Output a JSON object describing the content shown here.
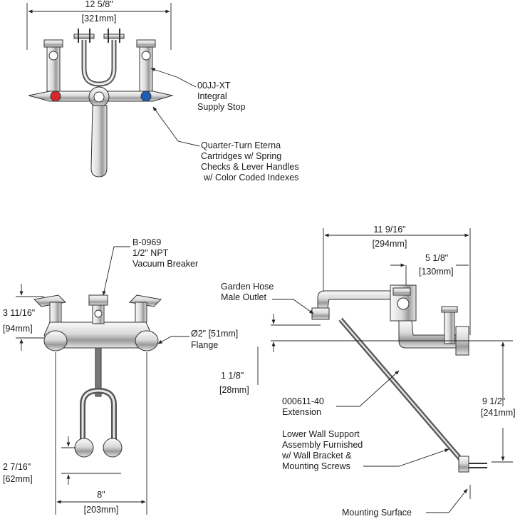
{
  "top_view": {
    "overall_width_in": "12 5/8\"",
    "overall_width_mm": "[321mm]",
    "supply_stop_label": [
      "00JJ-XT",
      "Integral",
      "Supply Stop"
    ],
    "cartridge_label": [
      "Quarter-Turn Eterna",
      "Cartridges w/ Spring",
      "Checks & Lever Handles",
      "w/ Color Coded Indexes"
    ]
  },
  "front_view": {
    "vacuum_breaker_label": [
      "B-0969",
      "1/2\" NPT",
      "Vacuum Breaker"
    ],
    "handle_height_in": "3 11/16\"",
    "handle_height_mm": "[94mm]",
    "flange_label_line1": "Ø2\" [51mm]",
    "flange_label_line2": "Flange",
    "inlet_offset_in": "2 7/16\"",
    "inlet_offset_mm": "[62mm]",
    "centers_in": "8\"",
    "centers_mm": "[203mm]"
  },
  "side_view": {
    "spout_reach_in": "11 9/16\"",
    "spout_reach_mm": "[294mm]",
    "body_depth_in": "5 1/8\"",
    "body_depth_mm": "[130mm]",
    "hose_outlet_label": [
      "Garden Hose",
      "Male Outlet"
    ],
    "outlet_drop_in": "1 1/8\"",
    "outlet_drop_mm": "[28mm]",
    "extension_label": [
      "000611-40",
      "Extension"
    ],
    "support_height_in": "9 1/2\"",
    "support_height_mm": "[241mm]",
    "wall_support_label": [
      "Lower Wall Support",
      "Assembly Furnished",
      "w/ Wall Bracket &",
      "Mounting Screws"
    ],
    "mounting_surface_label": "Mounting Surface"
  },
  "colors": {
    "hot_index": "#d8262c",
    "cold_index": "#1f5fb3",
    "chrome_light": "#f2f2f2",
    "chrome_dark": "#8a8a8a"
  }
}
